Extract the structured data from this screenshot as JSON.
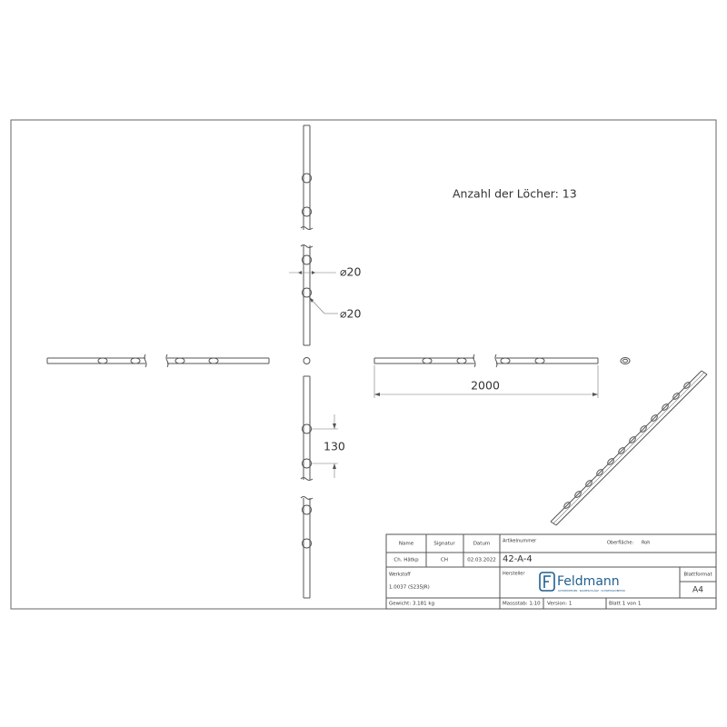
{
  "drawing": {
    "hole_count_note": "Anzahl der Löcher: 13",
    "dimensions": {
      "hole_diameter_a": "⌀20",
      "hole_diameter_b": "⌀20",
      "hole_spacing": "130",
      "overall_length": "2000"
    }
  },
  "title_block": {
    "headers": {
      "name": "Name",
      "signature": "Signatur",
      "date": "Datum"
    },
    "drafter": {
      "name": "Ch. Hätkp",
      "signature": "CH",
      "date": "02.03.2022"
    },
    "article_number_label": "Artikelnummer",
    "article_number": "42-A-4",
    "surface_label": "Oberfläche:",
    "surface_value": "Roh",
    "manufacturer_label": "Hersteller",
    "material_label": "Werkstoff",
    "material_value": "1.0037 (S235JR)",
    "format_label": "Blattformat",
    "format_value": "A4",
    "weight": "Gewicht: 3.181 kg",
    "scale": "Massstab: 1:10",
    "version": "Version: 1",
    "sheet": "Blatt 1 von 1",
    "logo_text": "Feldmann",
    "logo_tagline": "SCHMIEDEEISEN · BAUBESCHLÄGE · SCHWEISSZUBEHÖR",
    "logo_color": "#1f5f8f"
  }
}
